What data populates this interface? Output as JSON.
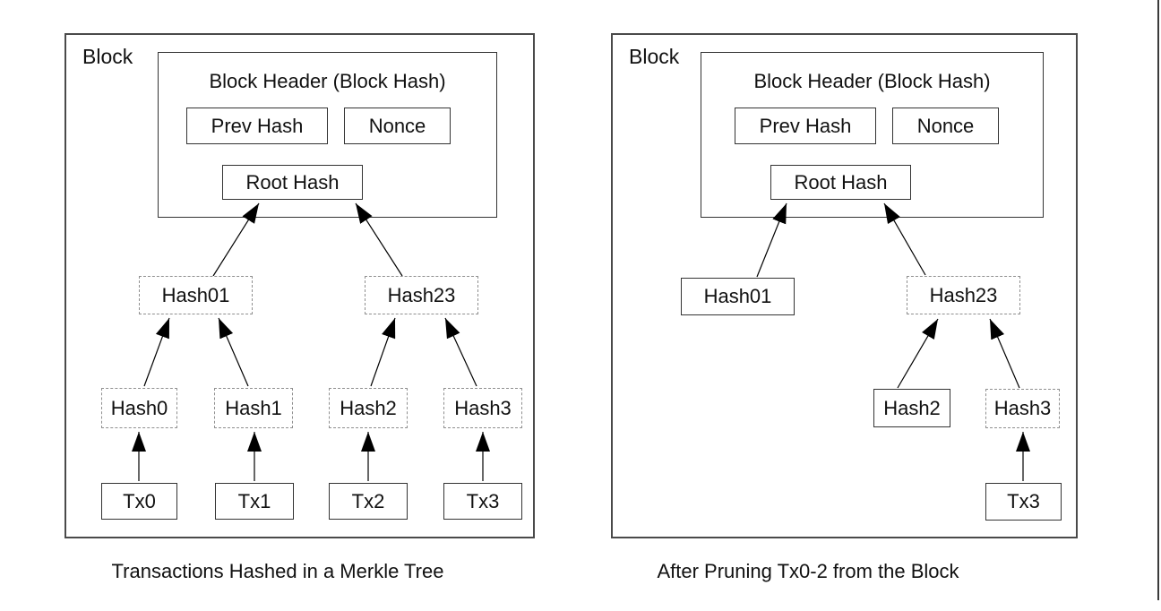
{
  "left_diagram": {
    "block_label": "Block",
    "header": {
      "title": "Block Header (Block Hash)",
      "prev_hash": "Prev Hash",
      "nonce": "Nonce",
      "root_hash": "Root Hash"
    },
    "tree": {
      "hash01": "Hash01",
      "hash23": "Hash23",
      "hash0": "Hash0",
      "hash1": "Hash1",
      "hash2": "Hash2",
      "hash3": "Hash3",
      "tx0": "Tx0",
      "tx1": "Tx1",
      "tx2": "Tx2",
      "tx3": "Tx3"
    },
    "caption": "Transactions Hashed in a Merkle Tree"
  },
  "right_diagram": {
    "block_label": "Block",
    "header": {
      "title": "Block Header (Block Hash)",
      "prev_hash": "Prev Hash",
      "nonce": "Nonce",
      "root_hash": "Root Hash"
    },
    "tree": {
      "hash01": "Hash01",
      "hash23": "Hash23",
      "hash2": "Hash2",
      "hash3": "Hash3",
      "tx3": "Tx3"
    },
    "caption": "After Pruning Tx0-2 from the Block"
  },
  "styles": {
    "solid_border_color": "#333333",
    "dashed_border_color": "#8f8f8f",
    "arrow_color": "#000000",
    "page_edge_color": "#3a3a3a",
    "background": "#ffffff"
  }
}
